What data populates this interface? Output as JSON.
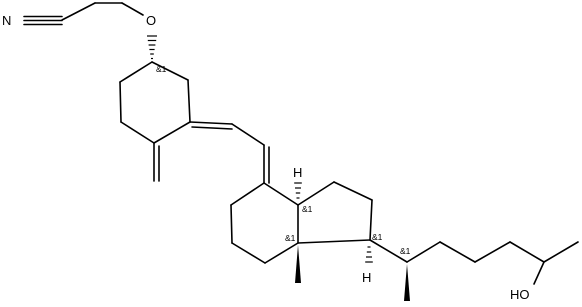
{
  "atoms": {
    "nitrile_n": "N",
    "ether_o": "O",
    "hydroxyl": "HO",
    "h_c9": "H",
    "h_c17": "H"
  },
  "stereo_labels": {
    "c3": "&1",
    "c8": "&1",
    "c14": "&1",
    "c17": "&1",
    "c20": "&1"
  },
  "colors": {
    "bond": "#000000",
    "background": "#ffffff"
  }
}
